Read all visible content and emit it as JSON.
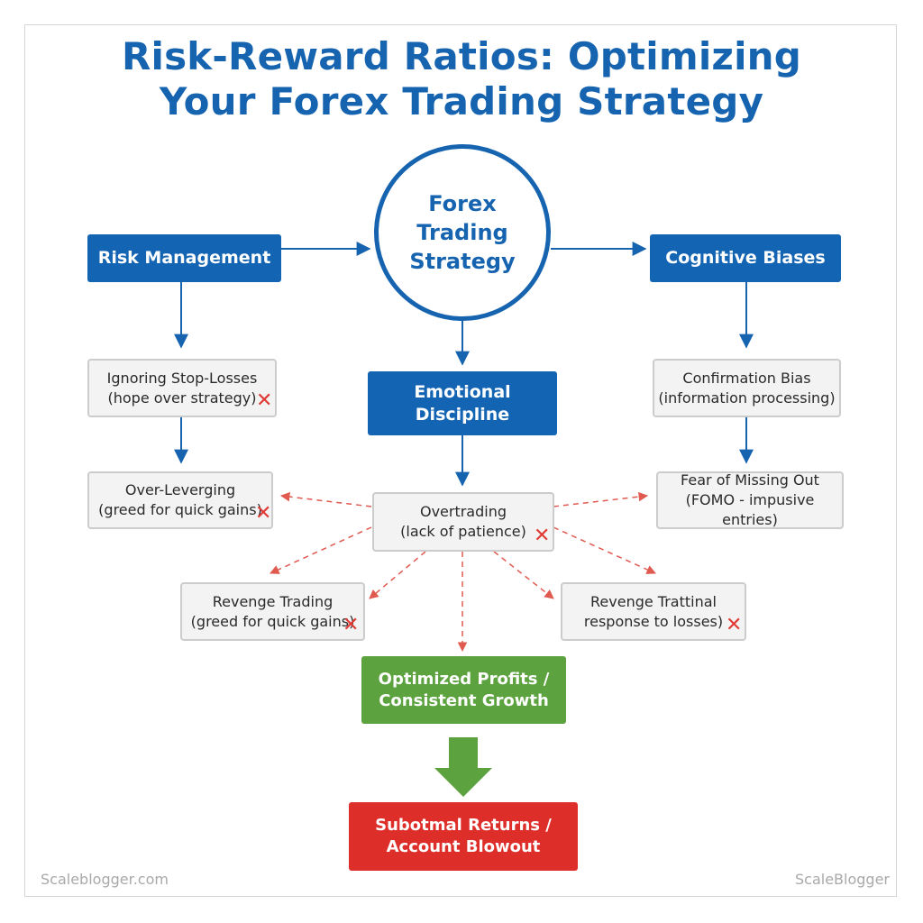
{
  "title": {
    "line1": "Risk-Reward Ratios: Optimizing",
    "line2": "Your Forex Trading Strategy"
  },
  "center": {
    "line1": "Forex",
    "line2": "Trading",
    "line3": "Strategy"
  },
  "risk_management": "Risk Management",
  "cognitive_biases": "Cognitive Biases",
  "emotional_discipline": {
    "line1": "Emotional",
    "line2": "Discipline"
  },
  "ignoring_stop_losses": {
    "line1": "Ignoring Stop-Losses",
    "line2": "(hope over strategy)"
  },
  "confirmation_bias": {
    "line1": "Confirmation Bias",
    "line2": "(information processing)"
  },
  "over_leverging": {
    "line1": "Over-Leverging",
    "line2": "(greed for quick gains)"
  },
  "overtrading": {
    "line1": "Overtrading",
    "line2": "(lack of patience)"
  },
  "fomo": {
    "line1": "Fear of Missing Out",
    "line2": "(FOMO - impusive entries)"
  },
  "revenge_trading": {
    "line1": "Revenge Trading",
    "line2": "(greed for quick gains)"
  },
  "revenge_trattinal": {
    "line1": "Revenge Trattinal",
    "line2": "response to losses)"
  },
  "optimized": {
    "line1": "Optimized Profits /",
    "line2": "Consistent Growth"
  },
  "suboptimal": {
    "line1": "Subotmal Returns /",
    "line2": "Account Blowout"
  },
  "x_symbol": "✕",
  "watermark_left": "Scaleblogger.com",
  "watermark_right": "ScaleBlogger",
  "colors": {
    "primary_blue": "#1464b4",
    "green": "#5ca23f",
    "red": "#de2e2a",
    "dashed_red": "#e05a50",
    "grey_box": "#f3f3f3"
  }
}
